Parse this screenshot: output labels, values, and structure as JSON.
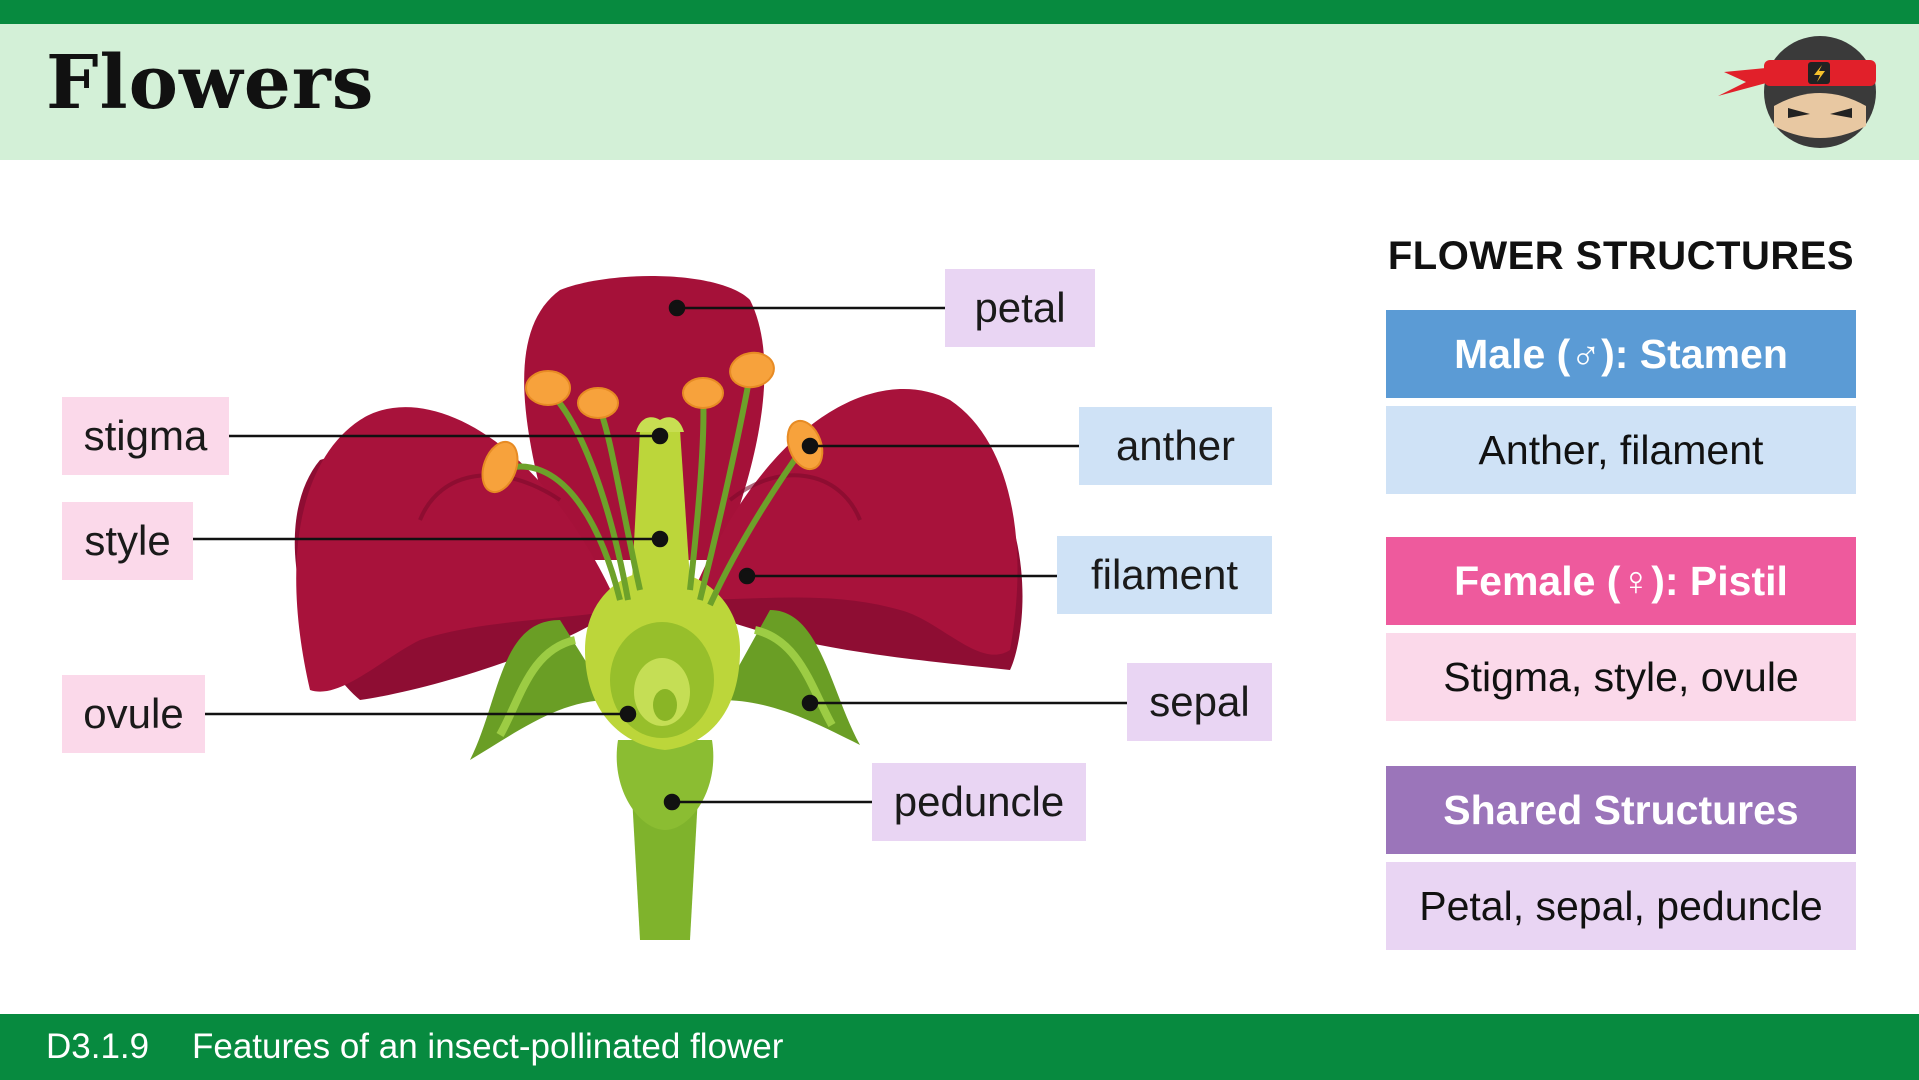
{
  "header": {
    "title": "Flowers"
  },
  "labels": {
    "petal": "petal",
    "stigma": "stigma",
    "style": "style",
    "ovule": "ovule",
    "anther": "anther",
    "filament": "filament",
    "sepal": "sepal",
    "peduncle": "peduncle"
  },
  "panel": {
    "heading": "FLOWER STRUCTURES",
    "groups": [
      {
        "title": "Male (♂):  Stamen",
        "body": "Anther, filament",
        "color": "#5b9bd5",
        "body_color": "#cfe2f6"
      },
      {
        "title": "Female (♀):  Pistil",
        "body": "Stigma, style, ovule",
        "color": "#ee5a9d",
        "body_color": "#fbd9ea"
      },
      {
        "title": "Shared Structures",
        "body": "Petal, sepal, peduncle",
        "color": "#9b75ba",
        "body_color": "#e9d5f3"
      }
    ]
  },
  "footer": {
    "code": "D3.1.9",
    "caption": "Features of an insect-pollinated flower"
  },
  "colors": {
    "top_bar": "#078a3f",
    "title_bar": "#d3f0d7",
    "petal": "#9c1037",
    "pistil": "#bcd63a",
    "stem": "#7fb32c",
    "anther": "#f7a23c"
  },
  "icons": {
    "mascot": "ninja-mascot-icon"
  }
}
